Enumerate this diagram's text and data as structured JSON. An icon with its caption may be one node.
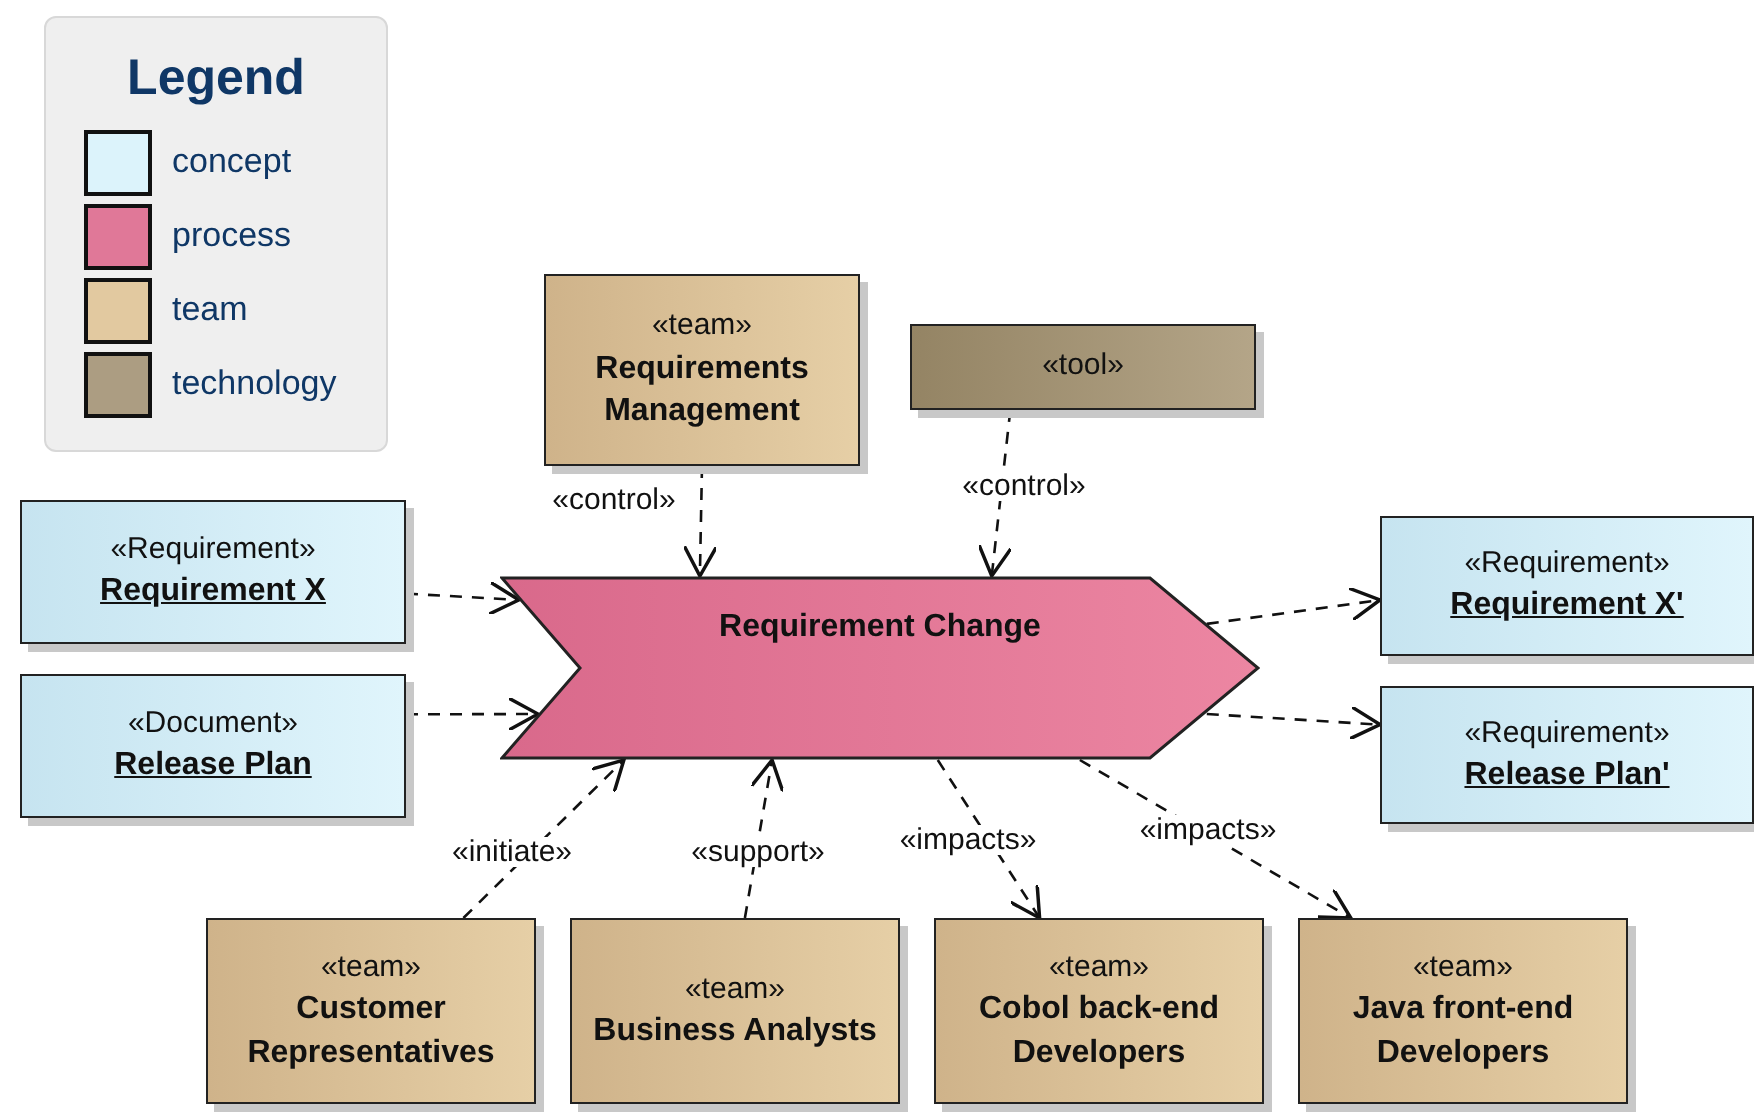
{
  "diagram": {
    "nodes": [
      {
        "text": [
          "«team»",
          "Requirements Management"
        ]
      },
      {
        "text": [
          "«tool»"
        ]
      },
      {
        "text": [
          "«Requirement»",
          "Requirement X"
        ]
      },
      {
        "text": [
          "«Document»",
          "Release Plan"
        ]
      },
      {
        "text": [
          "Requirement Change"
        ]
      },
      {
        "text": [
          "«Requirement»",
          "Requirement X'"
        ]
      },
      {
        "text": [
          "«Requirement»",
          "Release Plan'"
        ]
      },
      {
        "text": [
          "«team»",
          "Customer Representatives"
        ]
      },
      {
        "text": [
          "«team»",
          "Business Analysts"
        ]
      },
      {
        "text": [
          "«team»",
          "Cobol back-end Developers"
        ]
      },
      {
        "text": [
          "«team»",
          "Java front-end Developers"
        ]
      }
    ],
    "edges": [
      {
        "from": 0,
        "to": 4,
        "arrow": "to",
        "label": "«control»",
        "style": "dashed"
      },
      {
        "from": 1,
        "to": 4,
        "arrow": "to",
        "label": "«control»",
        "style": "dashed"
      },
      {
        "from": 2,
        "to": 4,
        "arrow": "to",
        "style": "dashed"
      },
      {
        "from": 3,
        "to": 4,
        "arrow": "to",
        "style": "dashed"
      },
      {
        "from": 4,
        "to": 5,
        "arrow": "to",
        "style": "dashed"
      },
      {
        "from": 4,
        "to": 6,
        "arrow": "to",
        "style": "dashed"
      },
      {
        "from": 7,
        "to": 4,
        "arrow": "to",
        "label": "«initiate»",
        "style": "dashed"
      },
      {
        "from": 8,
        "to": 4,
        "arrow": "to",
        "label": "«support»",
        "style": "dashed"
      },
      {
        "from": 4,
        "to": 9,
        "arrow": "to",
        "label": "«impacts»",
        "style": "dashed"
      },
      {
        "from": 4,
        "to": 10,
        "arrow": "to",
        "label": "«impacts»",
        "style": "dashed"
      }
    ],
    "legend": [
      {
        "text": "concept",
        "color": "#dcf3fb"
      },
      {
        "text": "process",
        "color": "#e07898"
      },
      {
        "text": "team",
        "color": "#e2c9a0"
      },
      {
        "text": "technology",
        "color": "#ac9d82"
      }
    ],
    "title": "Legend"
  }
}
